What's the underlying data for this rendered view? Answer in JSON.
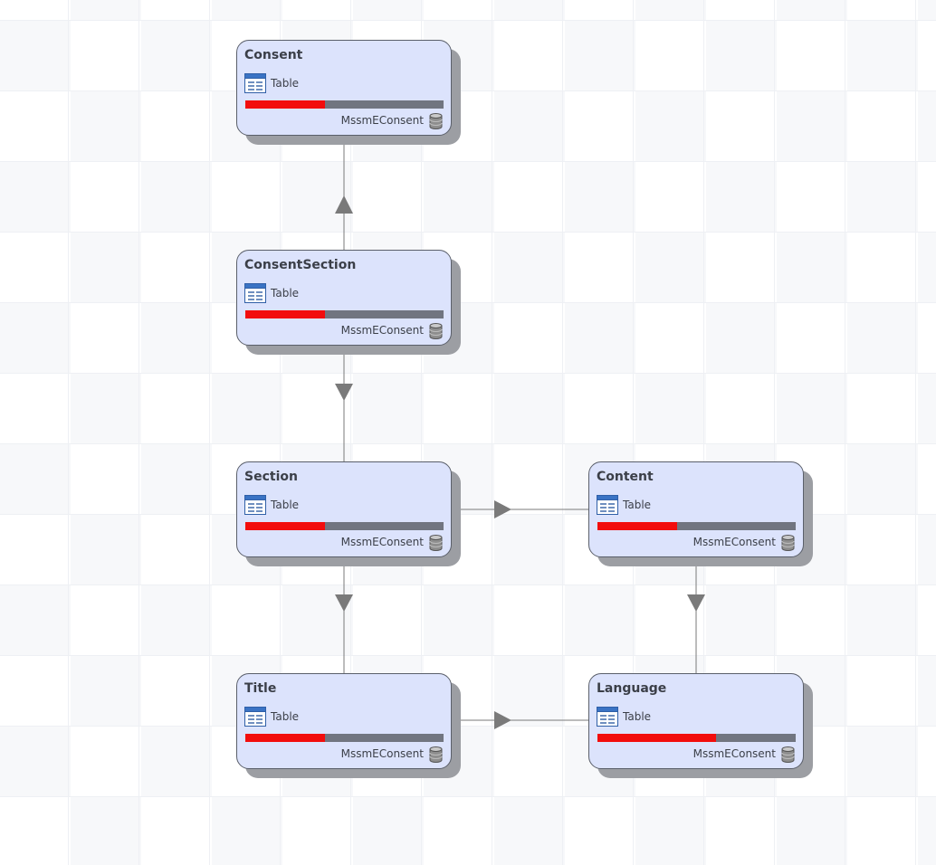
{
  "diagram": {
    "nodes": [
      {
        "id": "consent",
        "title": "Consent",
        "type_label": "Table",
        "source": "MssmEConsent",
        "fill": 0.4
      },
      {
        "id": "consentsection",
        "title": "ConsentSection",
        "type_label": "Table",
        "source": "MssmEConsent",
        "fill": 0.4
      },
      {
        "id": "section",
        "title": "Section",
        "type_label": "Table",
        "source": "MssmEConsent",
        "fill": 0.4
      },
      {
        "id": "content",
        "title": "Content",
        "type_label": "Table",
        "source": "MssmEConsent",
        "fill": 0.4
      },
      {
        "id": "title",
        "title": "Title",
        "type_label": "Table",
        "source": "MssmEConsent",
        "fill": 0.4
      },
      {
        "id": "language",
        "title": "Language",
        "type_label": "Table",
        "source": "MssmEConsent",
        "fill": 0.6
      }
    ],
    "edges": [
      {
        "from": "consentsection",
        "to": "consent"
      },
      {
        "from": "consentsection",
        "to": "section"
      },
      {
        "from": "section",
        "to": "content"
      },
      {
        "from": "section",
        "to": "title"
      },
      {
        "from": "content",
        "to": "language"
      },
      {
        "from": "title",
        "to": "language"
      }
    ],
    "colors": {
      "node_fill": "#dce3fc",
      "progress_fill": "#f20d0d",
      "progress_track": "#717580",
      "connector": "#7a7a7a"
    },
    "icons": {
      "type": "table-icon",
      "source": "database-icon"
    }
  }
}
